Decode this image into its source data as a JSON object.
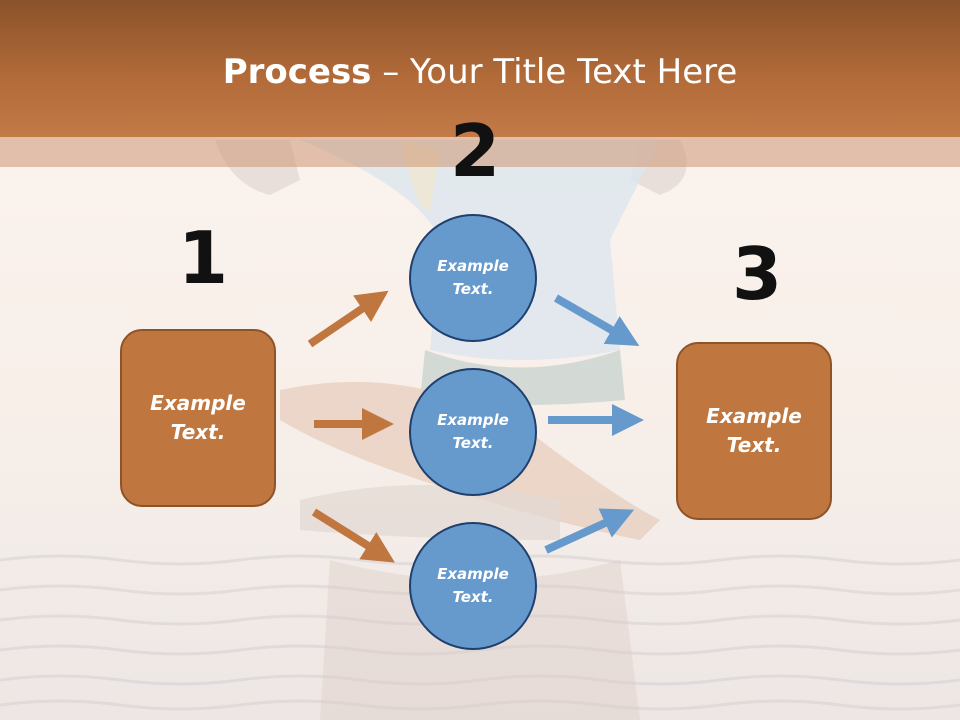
{
  "title": {
    "bold": "Process",
    "rest": " – Your Title Text Here"
  },
  "numbers": {
    "one": "1",
    "two": "2",
    "three": "3"
  },
  "left_box": {
    "label": "Example\nText."
  },
  "right_box": {
    "label": "Example\nText."
  },
  "circles": [
    {
      "label": "Example\nText."
    },
    {
      "label": "Example\nText."
    },
    {
      "label": "Example\nText."
    }
  ],
  "colors": {
    "orange": "#c0763f",
    "blue": "#6699cc",
    "header": "#b16a38"
  }
}
